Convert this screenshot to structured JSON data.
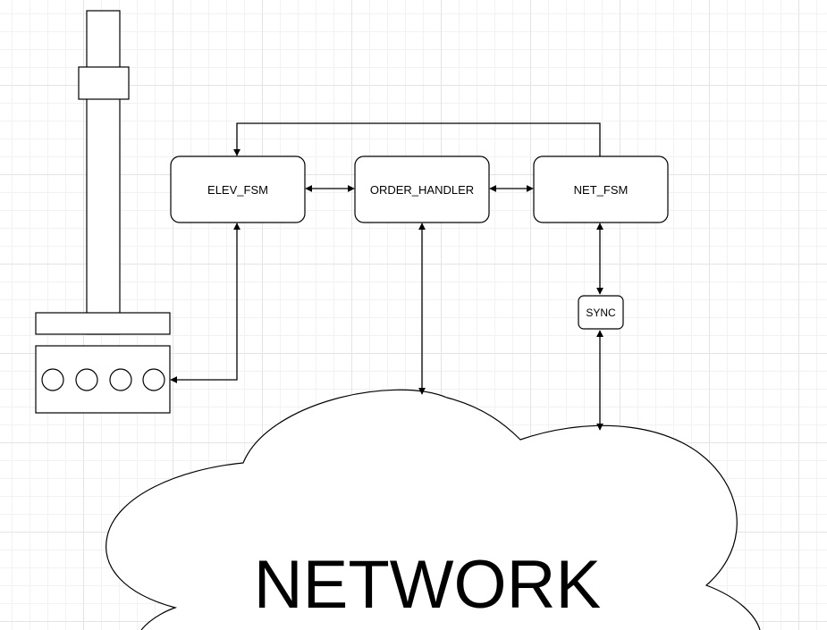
{
  "diagram": {
    "nodes": {
      "elev_fsm": {
        "label": "ELEV_FSM"
      },
      "order_handler": {
        "label": "ORDER_HANDLER"
      },
      "net_fsm": {
        "label": "NET_FSM"
      },
      "sync": {
        "label": "SYNC"
      },
      "network": {
        "label": "NETWORK"
      }
    },
    "edges": [
      {
        "from": "ELEV_FSM",
        "to": "ORDER_HANDLER",
        "direction": "both"
      },
      {
        "from": "ORDER_HANDLER",
        "to": "NET_FSM",
        "direction": "both"
      },
      {
        "from": "NET_FSM",
        "to": "ELEV_FSM",
        "direction": "forward"
      },
      {
        "from": "ELEV_FSM",
        "to": "elevator-panel",
        "direction": "both"
      },
      {
        "from": "ORDER_HANDLER",
        "to": "NETWORK",
        "direction": "both"
      },
      {
        "from": "NET_FSM",
        "to": "SYNC",
        "direction": "both"
      },
      {
        "from": "SYNC",
        "to": "NETWORK",
        "direction": "both"
      }
    ],
    "colors": {
      "stroke": "#000000",
      "fill": "#ffffff",
      "grid": "#e4e4e4"
    }
  }
}
